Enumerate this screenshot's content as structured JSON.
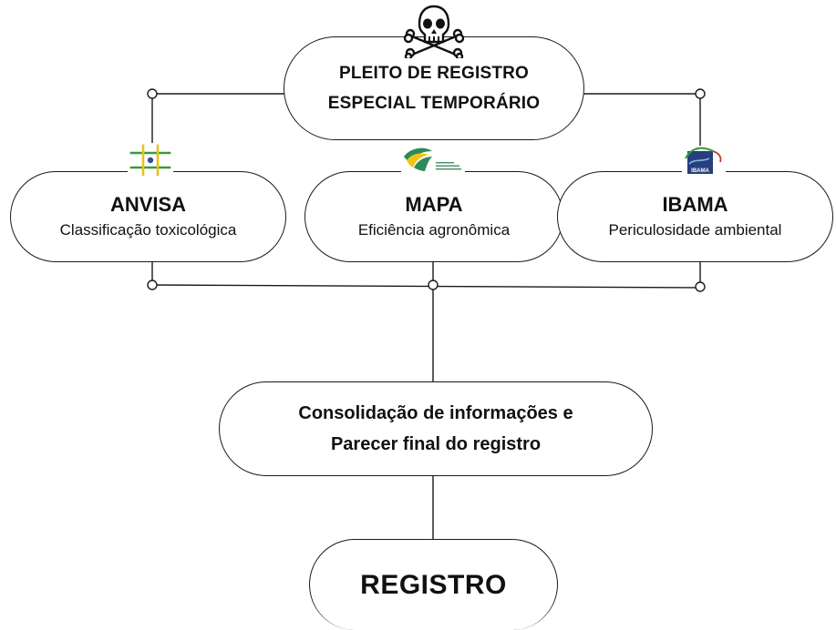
{
  "top": {
    "line1": "PLEITO DE REGISTRO",
    "line2": "ESPECIAL TEMPORÁRIO",
    "icon": "skull-crossbones-icon"
  },
  "agencies": [
    {
      "name": "ANVISA",
      "role": "Classificação toxicológica",
      "icon": "anvisa-logo"
    },
    {
      "name": "MAPA",
      "role": "Eficiência agronômica",
      "icon": "mapa-logo"
    },
    {
      "name": "IBAMA",
      "role": "Periculosidade ambiental",
      "icon": "ibama-logo",
      "logo_text": "IBAMA"
    }
  ],
  "consolidation": {
    "line1": "Consolidação de informações e",
    "line2": "Parecer final do registro"
  },
  "final": {
    "label": "REGISTRO"
  },
  "colors": {
    "line": "#1a1a1a",
    "anvisa_green": "#3a9a3a",
    "anvisa_yellow": "#e8c21c",
    "anvisa_blue": "#2b4fa0",
    "mapa_green": "#2e8b57",
    "mapa_yellow": "#f2c418",
    "ibama_blue": "#24407e",
    "ibama_green": "#3c9a44"
  }
}
